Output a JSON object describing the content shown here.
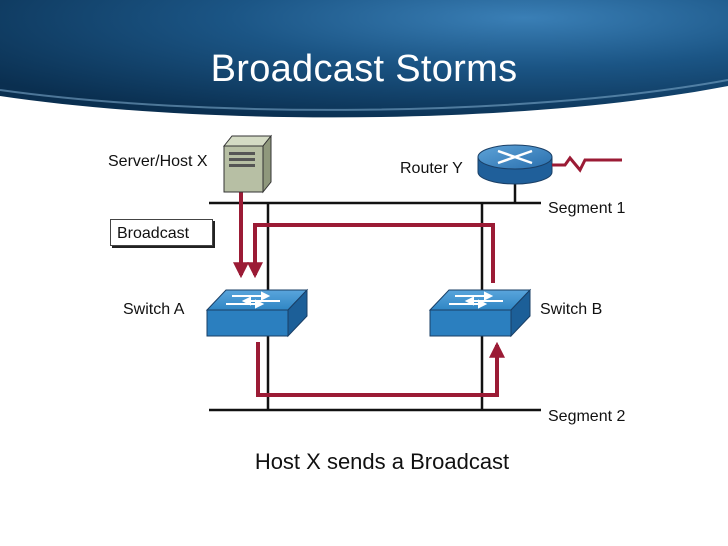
{
  "title": "Broadcast Storms",
  "labels": {
    "server": "Server/Host X",
    "router": "Router Y",
    "segment1": "Segment 1",
    "segment2": "Segment 2",
    "broadcast": "Broadcast",
    "switch_a": "Switch A",
    "switch_b": "Switch B"
  },
  "caption": "Host X sends a Broadcast",
  "colors": {
    "title_bg": "#0d3a5e",
    "title_text": "#ffffff",
    "arrow": "#9b1b35",
    "switch_fill": "#2b7fbf",
    "router_fill": "#2a6fad",
    "server_fill": "#b7bfa4"
  },
  "icons": [
    "server-icon",
    "router-icon",
    "switch-icon"
  ]
}
